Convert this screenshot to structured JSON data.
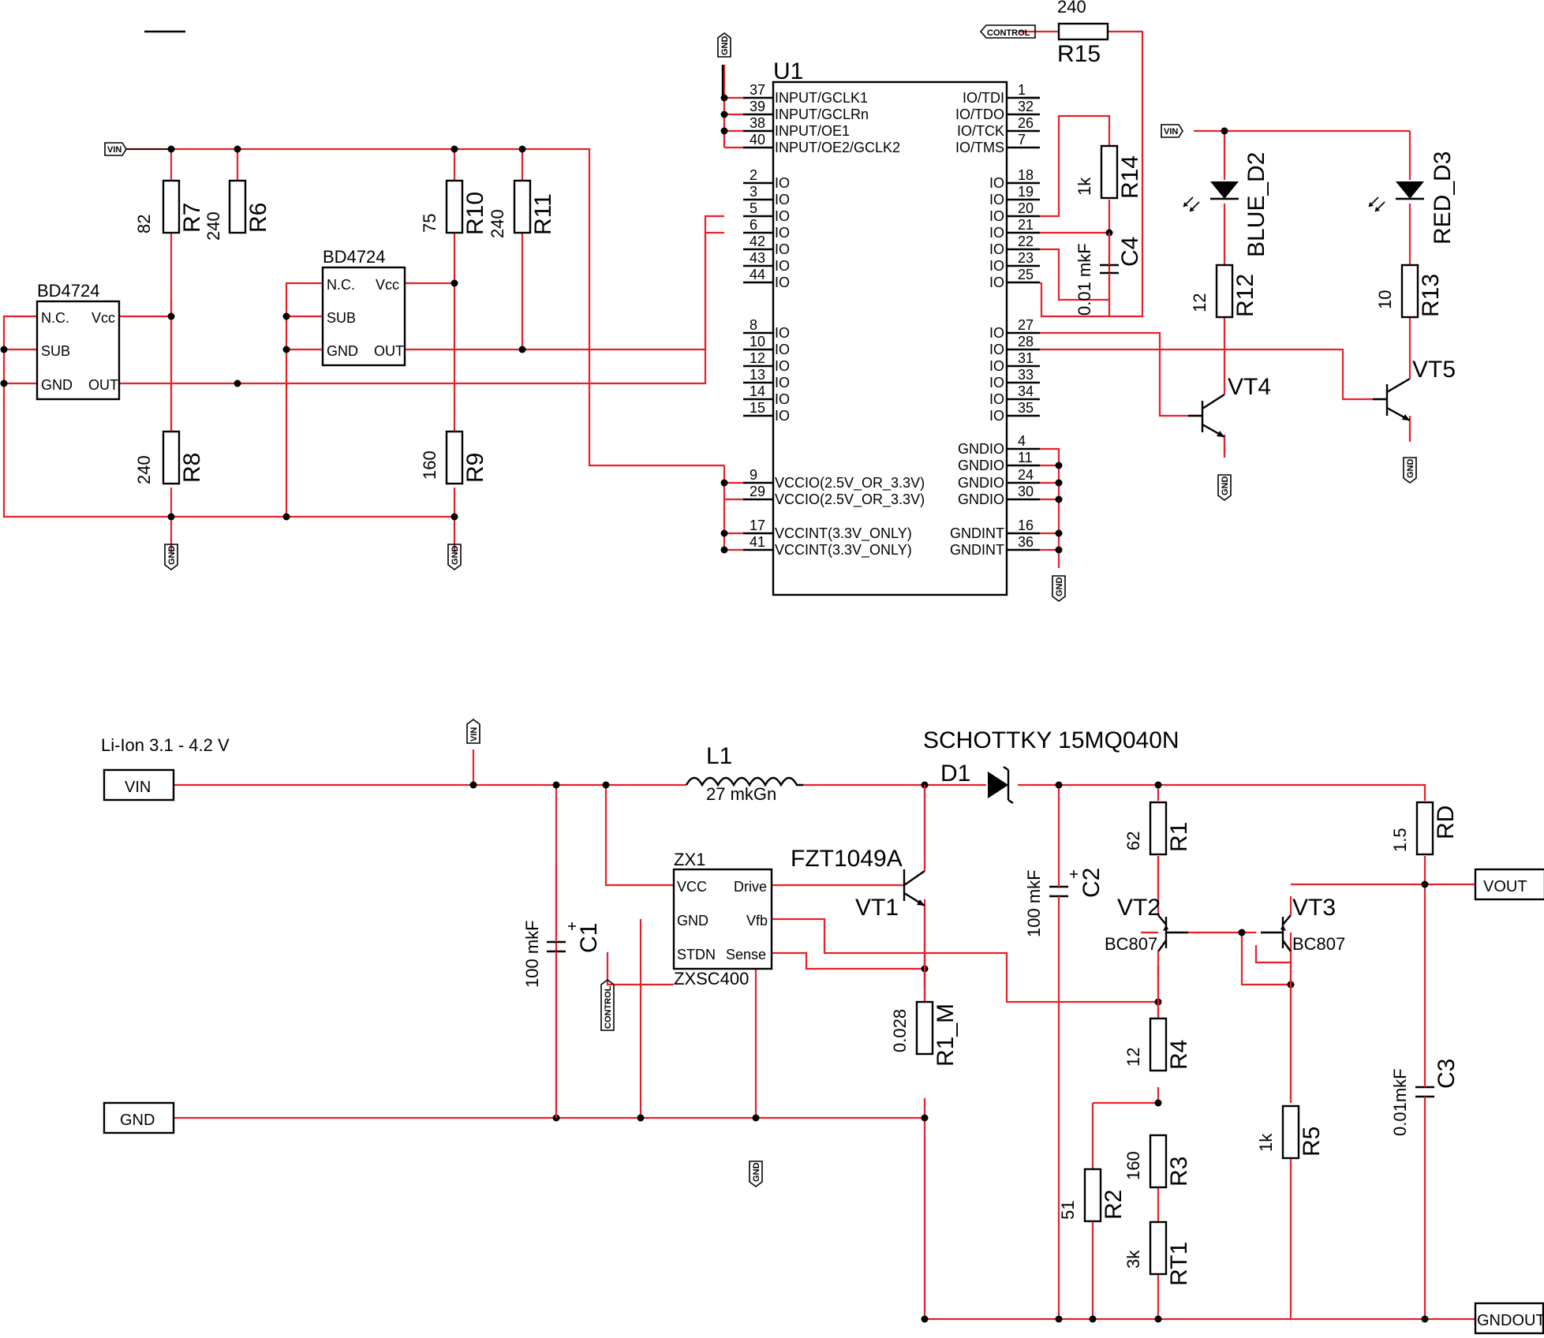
{
  "labels": {
    "vin_port": "VIN",
    "gnd_port": "GND",
    "vout_port": "VOUT",
    "gndout_port": "GNDOUT",
    "gnd_tag": "GND",
    "vin_tag": "VIN",
    "control_tag": "CONTROL",
    "battery_note": "Li-Ion 3.1 - 4.2 V",
    "schottky": "SCHOTTKY 15MQ040N",
    "fzt": "FZT1049A",
    "bd4724": "BD4724",
    "zx1": "ZX1",
    "zxsc400": "ZXSC400",
    "u1": "U1"
  },
  "components": {
    "R1": {
      "ref": "R1",
      "value": "62"
    },
    "R2": {
      "ref": "R2",
      "value": "51"
    },
    "R3": {
      "ref": "R3",
      "value": "160"
    },
    "R4": {
      "ref": "R4",
      "value": "12"
    },
    "R5": {
      "ref": "R5",
      "value": "1k"
    },
    "R6": {
      "ref": "R6",
      "value": "240"
    },
    "R7": {
      "ref": "R7",
      "value": "82"
    },
    "R8": {
      "ref": "R8",
      "value": "240"
    },
    "R9": {
      "ref": "R9",
      "value": "160"
    },
    "R10": {
      "ref": "R10",
      "value": "75"
    },
    "R11": {
      "ref": "R11",
      "value": "240"
    },
    "R12": {
      "ref": "R12",
      "value": "12"
    },
    "R13": {
      "ref": "R13",
      "value": "10"
    },
    "R14": {
      "ref": "R14",
      "value": "1k"
    },
    "R15": {
      "ref": "R15",
      "value": "240"
    },
    "RD": {
      "ref": "RD",
      "value": "1.5"
    },
    "RT1": {
      "ref": "RT1",
      "value": "3k"
    },
    "R1_M": {
      "ref": "R1_M",
      "value": "0.028"
    },
    "C1": {
      "ref": "C1",
      "value": "100 mkF"
    },
    "C2": {
      "ref": "C2",
      "value": "100 mkF"
    },
    "C3": {
      "ref": "C3",
      "value": "0.01mkF"
    },
    "C4": {
      "ref": "C4",
      "value": "0.01 mkF"
    },
    "L1": {
      "ref": "L1",
      "value": "27 mkGn"
    },
    "D1": {
      "ref": "D1"
    },
    "D2": {
      "ref": "BLUE_D2"
    },
    "D3": {
      "ref": "RED_D3"
    },
    "VT1": {
      "ref": "VT1"
    },
    "VT2": {
      "ref": "VT2",
      "value": "BC807"
    },
    "VT3": {
      "ref": "VT3",
      "value": "BC807"
    },
    "VT4": {
      "ref": "VT4"
    },
    "VT5": {
      "ref": "VT5"
    }
  },
  "bd4724_pins": {
    "nc": "N.C.",
    "vcc": "Vcc",
    "sub": "SUB",
    "gnd": "GND",
    "out": "OUT"
  },
  "zxsc400_pins": {
    "vcc": "VCC",
    "drive": "Drive",
    "gnd": "GND",
    "vfb": "Vfb",
    "stdn": "STDN",
    "sense": "Sense"
  },
  "u1": {
    "left_pins": [
      {
        "num": "37",
        "name": "INPUT/GCLK1"
      },
      {
        "num": "39",
        "name": "INPUT/GCLRn"
      },
      {
        "num": "38",
        "name": "INPUT/OE1"
      },
      {
        "num": "40",
        "name": "INPUT/OE2/GCLK2"
      },
      {
        "num": "2",
        "name": "IO"
      },
      {
        "num": "3",
        "name": "IO"
      },
      {
        "num": "5",
        "name": "IO"
      },
      {
        "num": "6",
        "name": "IO"
      },
      {
        "num": "42",
        "name": "IO"
      },
      {
        "num": "43",
        "name": "IO"
      },
      {
        "num": "44",
        "name": "IO"
      },
      {
        "num": "8",
        "name": "IO"
      },
      {
        "num": "10",
        "name": "IO"
      },
      {
        "num": "12",
        "name": "IO"
      },
      {
        "num": "13",
        "name": "IO"
      },
      {
        "num": "14",
        "name": "IO"
      },
      {
        "num": "15",
        "name": "IO"
      },
      {
        "num": "9",
        "name": "VCCIO(2.5V_OR_3.3V)"
      },
      {
        "num": "29",
        "name": "VCCIO(2.5V_OR_3.3V)"
      },
      {
        "num": "17",
        "name": "VCCINT(3.3V_ONLY)"
      },
      {
        "num": "41",
        "name": "VCCINT(3.3V_ONLY)"
      }
    ],
    "right_pins": [
      {
        "num": "1",
        "name": "IO/TDI"
      },
      {
        "num": "32",
        "name": "IO/TDO"
      },
      {
        "num": "26",
        "name": "IO/TCK"
      },
      {
        "num": "7",
        "name": "IO/TMS"
      },
      {
        "num": "18",
        "name": "IO"
      },
      {
        "num": "19",
        "name": "IO"
      },
      {
        "num": "20",
        "name": "IO"
      },
      {
        "num": "21",
        "name": "IO"
      },
      {
        "num": "22",
        "name": "IO"
      },
      {
        "num": "23",
        "name": "IO"
      },
      {
        "num": "25",
        "name": "IO"
      },
      {
        "num": "27",
        "name": "IO"
      },
      {
        "num": "28",
        "name": "IO"
      },
      {
        "num": "31",
        "name": "IO"
      },
      {
        "num": "33",
        "name": "IO"
      },
      {
        "num": "34",
        "name": "IO"
      },
      {
        "num": "35",
        "name": "IO"
      },
      {
        "num": "4",
        "name": "GNDIO"
      },
      {
        "num": "11",
        "name": "GNDIO"
      },
      {
        "num": "24",
        "name": "GNDIO"
      },
      {
        "num": "30",
        "name": "GNDIO"
      },
      {
        "num": "16",
        "name": "GNDINT"
      },
      {
        "num": "36",
        "name": "GNDINT"
      }
    ]
  }
}
